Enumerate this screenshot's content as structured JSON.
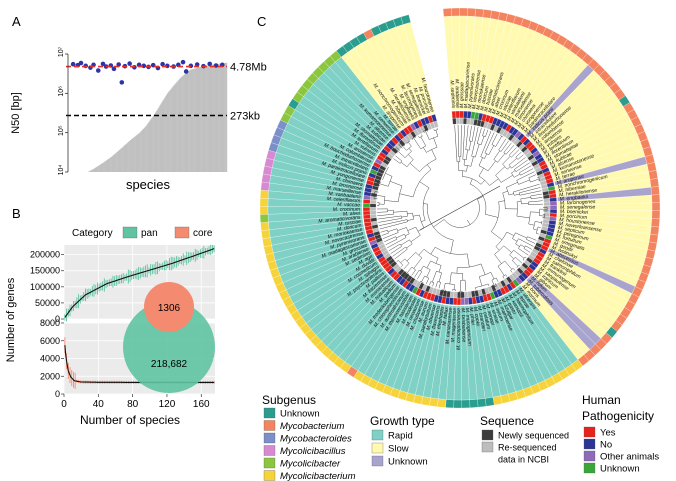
{
  "panels": {
    "a": "A",
    "b": "B",
    "c": "C"
  },
  "chart_data": [
    {
      "id": "A",
      "type": "bar",
      "xlabel": "species",
      "ylabel": "N50 [bp]",
      "yscale": "log",
      "ylim": [
        10000,
        10000000
      ],
      "yticks": [
        {
          "value": 10000,
          "label": "10⁴"
        },
        {
          "value": 100000,
          "label": "10⁵"
        },
        {
          "value": 1000000,
          "label": "10⁶"
        },
        {
          "value": 10000000,
          "label": "10⁷"
        }
      ],
      "bar_color": "#c0c0c0",
      "n_species": 170,
      "n50_sorted_approx": [
        {
          "rank": 0,
          "value": 6300
        },
        {
          "rank": 4,
          "value": 6800
        },
        {
          "rank": 9,
          "value": 7500
        },
        {
          "rank": 15,
          "value": 9000
        },
        {
          "rank": 25,
          "value": 12000
        },
        {
          "rank": 35,
          "value": 17000
        },
        {
          "rank": 45,
          "value": 25000
        },
        {
          "rank": 55,
          "value": 40000
        },
        {
          "rank": 65,
          "value": 65000
        },
        {
          "rank": 75,
          "value": 100000
        },
        {
          "rank": 82,
          "value": 150000
        },
        {
          "rank": 87,
          "value": 220000
        },
        {
          "rank": 90,
          "value": 273000
        },
        {
          "rank": 95,
          "value": 420000
        },
        {
          "rank": 100,
          "value": 650000
        },
        {
          "rank": 105,
          "value": 1000000
        },
        {
          "rank": 112,
          "value": 1600000
        },
        {
          "rank": 120,
          "value": 2600000
        },
        {
          "rank": 130,
          "value": 4000000
        },
        {
          "rank": 145,
          "value": 5000000
        },
        {
          "rank": 169,
          "value": 6000000
        }
      ],
      "genome_points": [
        {
          "x": 0.02,
          "y": 5500000
        },
        {
          "x": 0.05,
          "y": 5200000
        },
        {
          "x": 0.07,
          "y": 5900000
        },
        {
          "x": 0.1,
          "y": 5000000
        },
        {
          "x": 0.13,
          "y": 4500000
        },
        {
          "x": 0.15,
          "y": 5300000
        },
        {
          "x": 0.18,
          "y": 3800000
        },
        {
          "x": 0.21,
          "y": 5600000
        },
        {
          "x": 0.23,
          "y": 4800000
        },
        {
          "x": 0.26,
          "y": 5100000
        },
        {
          "x": 0.28,
          "y": 4200000
        },
        {
          "x": 0.31,
          "y": 5400000
        },
        {
          "x": 0.33,
          "y": 1900000
        },
        {
          "x": 0.35,
          "y": 4900000
        },
        {
          "x": 0.38,
          "y": 5700000
        },
        {
          "x": 0.41,
          "y": 4600000
        },
        {
          "x": 0.44,
          "y": 5300000
        },
        {
          "x": 0.47,
          "y": 5000000
        },
        {
          "x": 0.5,
          "y": 4700000
        },
        {
          "x": 0.53,
          "y": 5200000
        },
        {
          "x": 0.56,
          "y": 4400000
        },
        {
          "x": 0.59,
          "y": 5500000
        },
        {
          "x": 0.62,
          "y": 5000000
        },
        {
          "x": 0.66,
          "y": 4800000
        },
        {
          "x": 0.69,
          "y": 5300000
        },
        {
          "x": 0.72,
          "y": 6200000
        },
        {
          "x": 0.74,
          "y": 3600000
        },
        {
          "x": 0.77,
          "y": 5000000
        },
        {
          "x": 0.81,
          "y": 5400000
        },
        {
          "x": 0.85,
          "y": 4900000
        },
        {
          "x": 0.89,
          "y": 5600000
        },
        {
          "x": 0.93,
          "y": 5100000
        },
        {
          "x": 0.97,
          "y": 5300000
        }
      ],
      "point_color": "#2b35a8",
      "ref_lines": [
        {
          "value": 4780000,
          "label": "4.78Mb",
          "color": "#e0312d",
          "style": "dashed"
        },
        {
          "value": 273000,
          "label": "273kb",
          "color": "#000000",
          "style": "dashed"
        }
      ]
    },
    {
      "id": "B",
      "type": "line",
      "legend_title": "Category",
      "legend_position": "top",
      "series": [
        {
          "name": "pan",
          "color": "#5ec4a1",
          "x": [
            1,
            10,
            25,
            50,
            75,
            100,
            125,
            150,
            175
          ],
          "y": [
            4800,
            38000,
            75000,
            110000,
            132000,
            152000,
            172000,
            195000,
            218682
          ]
        },
        {
          "name": "core",
          "color": "#f48b70",
          "x": [
            1,
            2,
            3,
            5,
            8,
            12,
            20,
            40,
            80,
            120,
            175
          ],
          "y": [
            5500,
            4400,
            3700,
            2600,
            1900,
            1500,
            1350,
            1320,
            1310,
            1308,
            1306
          ]
        }
      ],
      "xlabel": "Number of species",
      "ylabel": "Number of genes",
      "xticks": [
        0,
        40,
        80,
        120,
        160
      ],
      "xlim": [
        0,
        176
      ],
      "upper_panel": {
        "ylim": [
          0,
          230000
        ],
        "yticks": [
          0,
          50000,
          100000,
          150000,
          200000
        ]
      },
      "lower_panel": {
        "ylim": [
          0,
          8000
        ],
        "yticks": [
          0,
          2000,
          4000,
          6000,
          8000
        ]
      },
      "venn": {
        "pan_label": "218,682",
        "core_label": "1306"
      }
    },
    {
      "id": "C",
      "type": "table",
      "description_species_visible": [
        "M. sediminis",
        "M. arabiense",
        "M. grossiae",
        "M. madagascariense",
        "M. pyrenivorans",
        "M. novocastrense",
        "M. moriokaense",
        "M. doricum",
        "M. tusciae",
        "M. aromaticivorans",
        "M. alvei",
        "M. crocinum",
        "M. vaccae",
        "M. celeriflavum",
        "M. vanbaalenii",
        "M. marseillense",
        "M. timonense",
        "M. chimaera",
        "M. yongonense",
        "M. paraintracellulare",
        "M. indicus pranii",
        "M. intracellulare",
        "M. bouchedurhonense",
        "M. colombiense",
        "M. arosiense",
        "M. vulneris",
        "M. lentiflavum",
        "M. florentinum",
        "M. stomatepiae",
        "M. kubicae",
        "M. alsense",
        "M. kumamotonense",
        "M. senuense",
        "M. terrae",
        "M. arupense",
        "M. nonchromogenicum",
        "M. hiberniae",
        "M. heraklionense",
        "M. engbaekii",
        "M. farcinogenes",
        "M. senegalense",
        "M. boenickei",
        "M. porcinum",
        "M. houstonense",
        "M. neworleansense",
        "M. septicum",
        "M. peregrinum",
        "M. fortuitum",
        "M. smegmatis",
        "M. goodii",
        "M. wolinskyi",
        "M. abscessus",
        "M. chelonae",
        "M. salmoniphilum",
        "M. franklinii",
        "M. immunogenum",
        "M. saopaulense",
        "M. iranicum",
        "M. gilvum",
        "M. rufum",
        "M. tuberculosis",
        "M. bovis",
        "M. marinum",
        "M. ulcerans",
        "M. leprae",
        "M. haemophilum",
        "M. kansasii",
        "M. gastri",
        "M. szulgai",
        "M. malmoense",
        "M. avium",
        "M. simiae",
        "M. xenopi",
        "M. celatum",
        "M. branderi",
        "M. cookii",
        "M. phlei",
        "M. mucogenicum",
        "M. brisbanense",
        "M. conceptionense",
        "M. mageritense",
        "M. canariasense",
        "M. fallax",
        "M. elephantis",
        "M. flavescens",
        "M. obuense",
        "M. parafortuitum",
        "M. aurum",
        "M. chubuense",
        "M. neoaurum",
        "M. rhodesiae",
        "M. hassiacum",
        "M. thermoresistibile",
        "M. austroafricanum",
        "M. chlorophenolicum",
        "M. frederiksbergense",
        "M. gadium",
        "M. holsaticum",
        "M. monacense",
        "M. llatzerense",
        "M. pallens",
        "M. psychrotolerans",
        "M. sphagni",
        "M. cosmeticum",
        "M. duvalii",
        "M. agri"
      ],
      "legends": {
        "subgenus": {
          "title": "Subgenus",
          "items": [
            {
              "label": "Unknown",
              "color": "#2a9d8f",
              "italic": false
            },
            {
              "label": "Mycobacterium",
              "color": "#f4845f",
              "italic": true
            },
            {
              "label": "Mycobacteroides",
              "color": "#7b8fc8",
              "italic": true
            },
            {
              "label": "Mycolicibacillus",
              "color": "#d78ad2",
              "italic": true
            },
            {
              "label": "Mycolicibacter",
              "color": "#8cc63f",
              "italic": true
            },
            {
              "label": "Mycolicibacterium",
              "color": "#f7d33b",
              "italic": true
            }
          ]
        },
        "growth": {
          "title": "Growth type",
          "items": [
            {
              "label": "Rapid",
              "color": "#7fd0c5"
            },
            {
              "label": "Slow",
              "color": "#fffab0"
            },
            {
              "label": "Unknown",
              "color": "#a9a4ce"
            }
          ]
        },
        "sequence": {
          "title": "Sequence",
          "items": [
            {
              "label": "Newly sequenced",
              "color": "#3c3c3c"
            },
            {
              "label": "Re-sequenced",
              "color": "#bdbdbd"
            },
            {
              "label": "data in NCBI",
              "color": null
            }
          ]
        },
        "pathogenicity": {
          "title": "Human",
          "title2": "Pathogenicity",
          "items": [
            {
              "label": "Yes",
              "color": "#e8231b"
            },
            {
              "label": "No",
              "color": "#2c3596"
            },
            {
              "label": "Other animals",
              "color": "#8e6bb8"
            },
            {
              "label": "Unknown",
              "color": "#3aa63a"
            }
          ]
        }
      }
    }
  ]
}
